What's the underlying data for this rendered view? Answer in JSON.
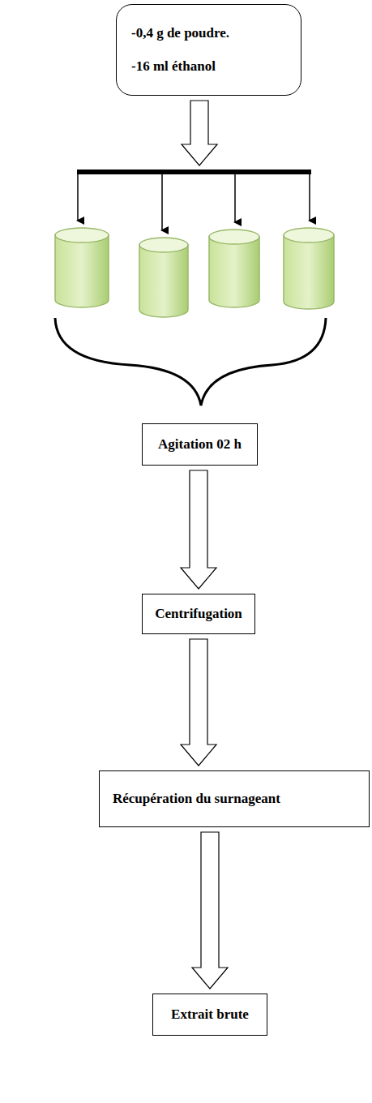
{
  "diagram": {
    "nodes": [
      {
        "text": [
          "-0,4 g de poudre.",
          "-16 ml éthanol"
        ]
      },
      {
        "text": [
          "Agitation 02 h"
        ]
      },
      {
        "text": [
          "Centrifugation"
        ]
      },
      {
        "text": [
          "Récupération du surnageant"
        ]
      },
      {
        "text": [
          "Extrait brute"
        ]
      }
    ],
    "edges": [
      {
        "from": 1,
        "to": 2,
        "arrow": "to"
      },
      {
        "from": 2,
        "to": 3,
        "arrow": "to"
      },
      {
        "from": 3,
        "to": 4,
        "arrow": "to"
      }
    ]
  }
}
